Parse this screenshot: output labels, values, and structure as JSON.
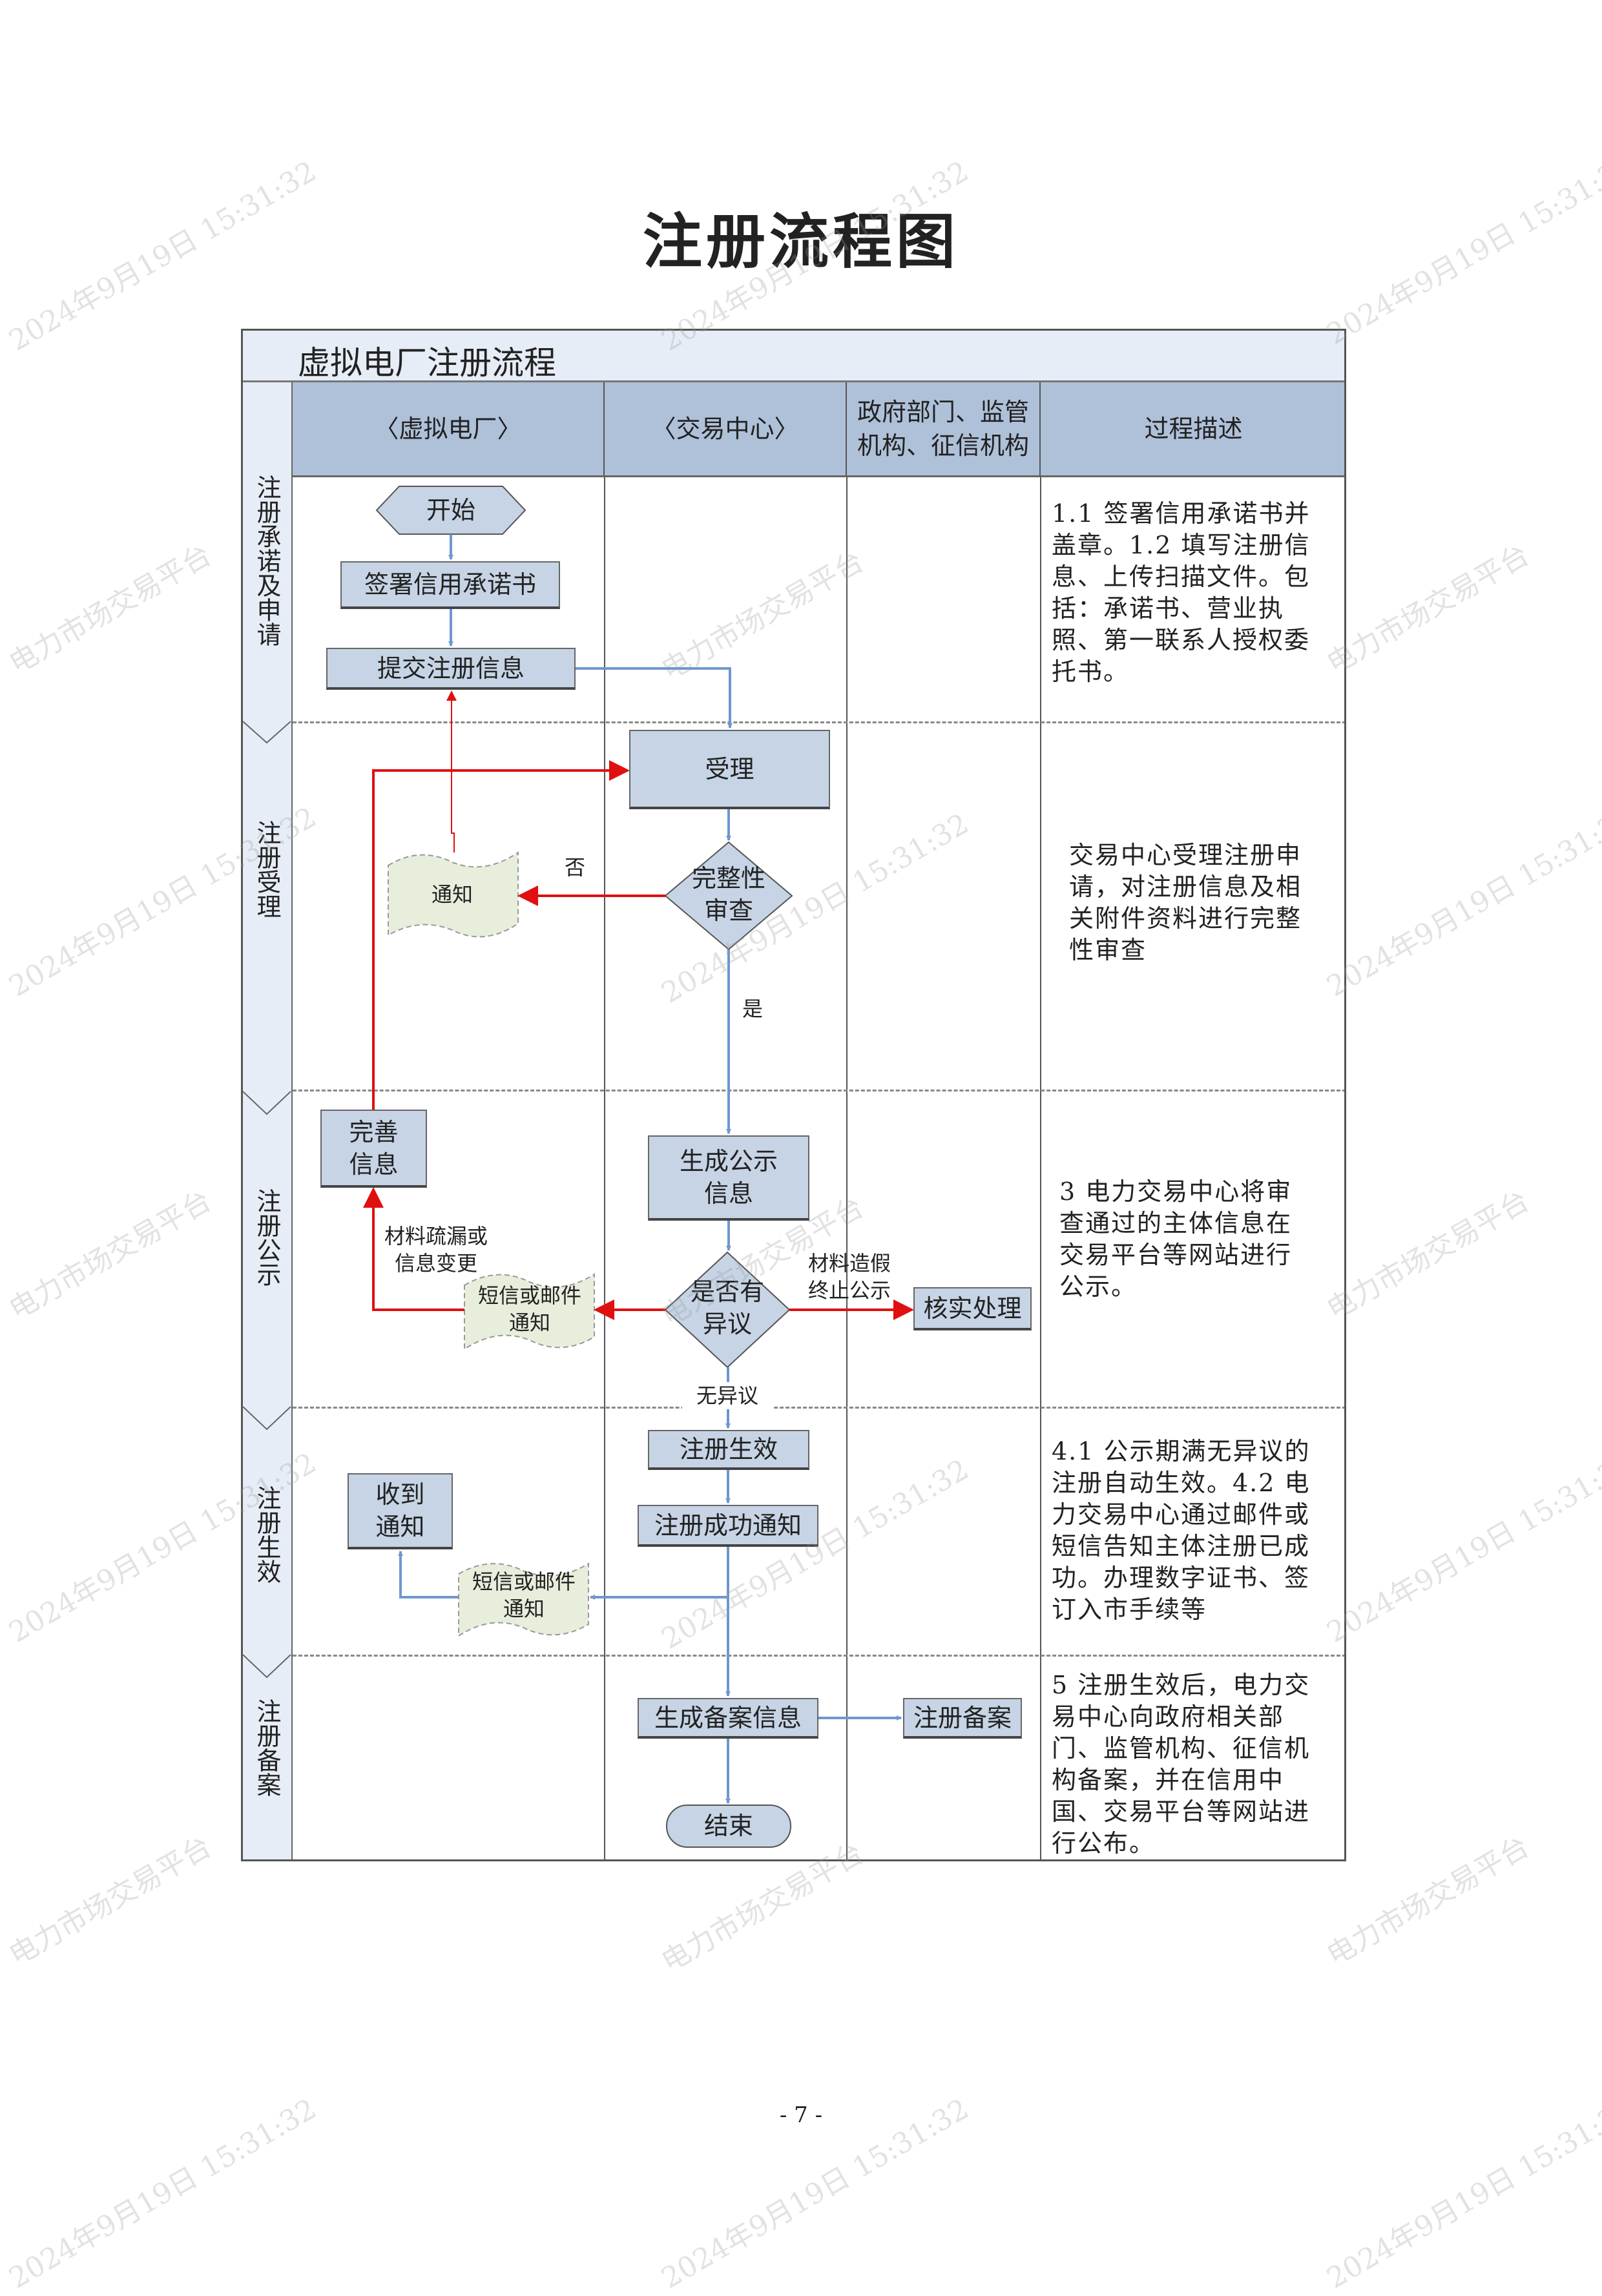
{
  "page_title": "注册流程图",
  "diagram": {
    "title": "虚拟电厂注册流程",
    "headers": [
      "〈虚拟电厂〉",
      "〈交易中心〉",
      "政府部门、监管机构、征信机构",
      "过程描述"
    ],
    "lanes": [
      "注册承诺及申请",
      "注册受理",
      "注册公示",
      "注册生效",
      "注册备案"
    ],
    "nodes": {
      "start": "开始",
      "sign": "签署信用承诺书",
      "submit": "提交注册信息",
      "accept": "受理",
      "review": "完整性审查",
      "notice1": "通知",
      "improve": "完善信息",
      "publish": "生成公示信息",
      "objection": "是否有异议",
      "notice2": "短信或邮件通知",
      "verify": "核实处理",
      "effective": "注册生效",
      "success": "注册成功通知",
      "received": "收到通知",
      "notice3": "短信或邮件通知",
      "record_info": "生成备案信息",
      "record": "注册备案",
      "end": "结束"
    },
    "edge_labels": {
      "no": "否",
      "yes": "是",
      "missing": "材料疏漏或信息变更",
      "fraud": "材料造假终止公示",
      "no_objection": "无异议"
    },
    "descriptions": [
      "1.1 签署信用承诺书并盖章。1.2 填写注册信息、上传扫描文件。包括：承诺书、营业执照、第一联系人授权委托书。",
      "交易中心受理注册申请，对注册信息及相关附件资料进行完整性审查",
      "3 电力交易中心将审查通过的主体信息在交易平台等网站进行公示。",
      "4.1 公示期满无异议的注册自动生效。4.2 电力交易中心通过邮件或短信告知主体注册已成功。办理数字证书、签订入市手续等",
      "5 注册生效后，电力交易中心向政府相关部门、监管机构、征信机构备案，并在信用中国、交易平台等网站进行公布。"
    ],
    "colors": {
      "flow": "#6f97cf",
      "reject": "#e01010",
      "box": "#c6d4e5",
      "header": "#afc1d9",
      "doc": "#e8eedc"
    }
  },
  "watermarks": {
    "time": "2024年9月19日 15:31:32",
    "org": "电力市场交易平台"
  },
  "page_number": "- 7 -"
}
